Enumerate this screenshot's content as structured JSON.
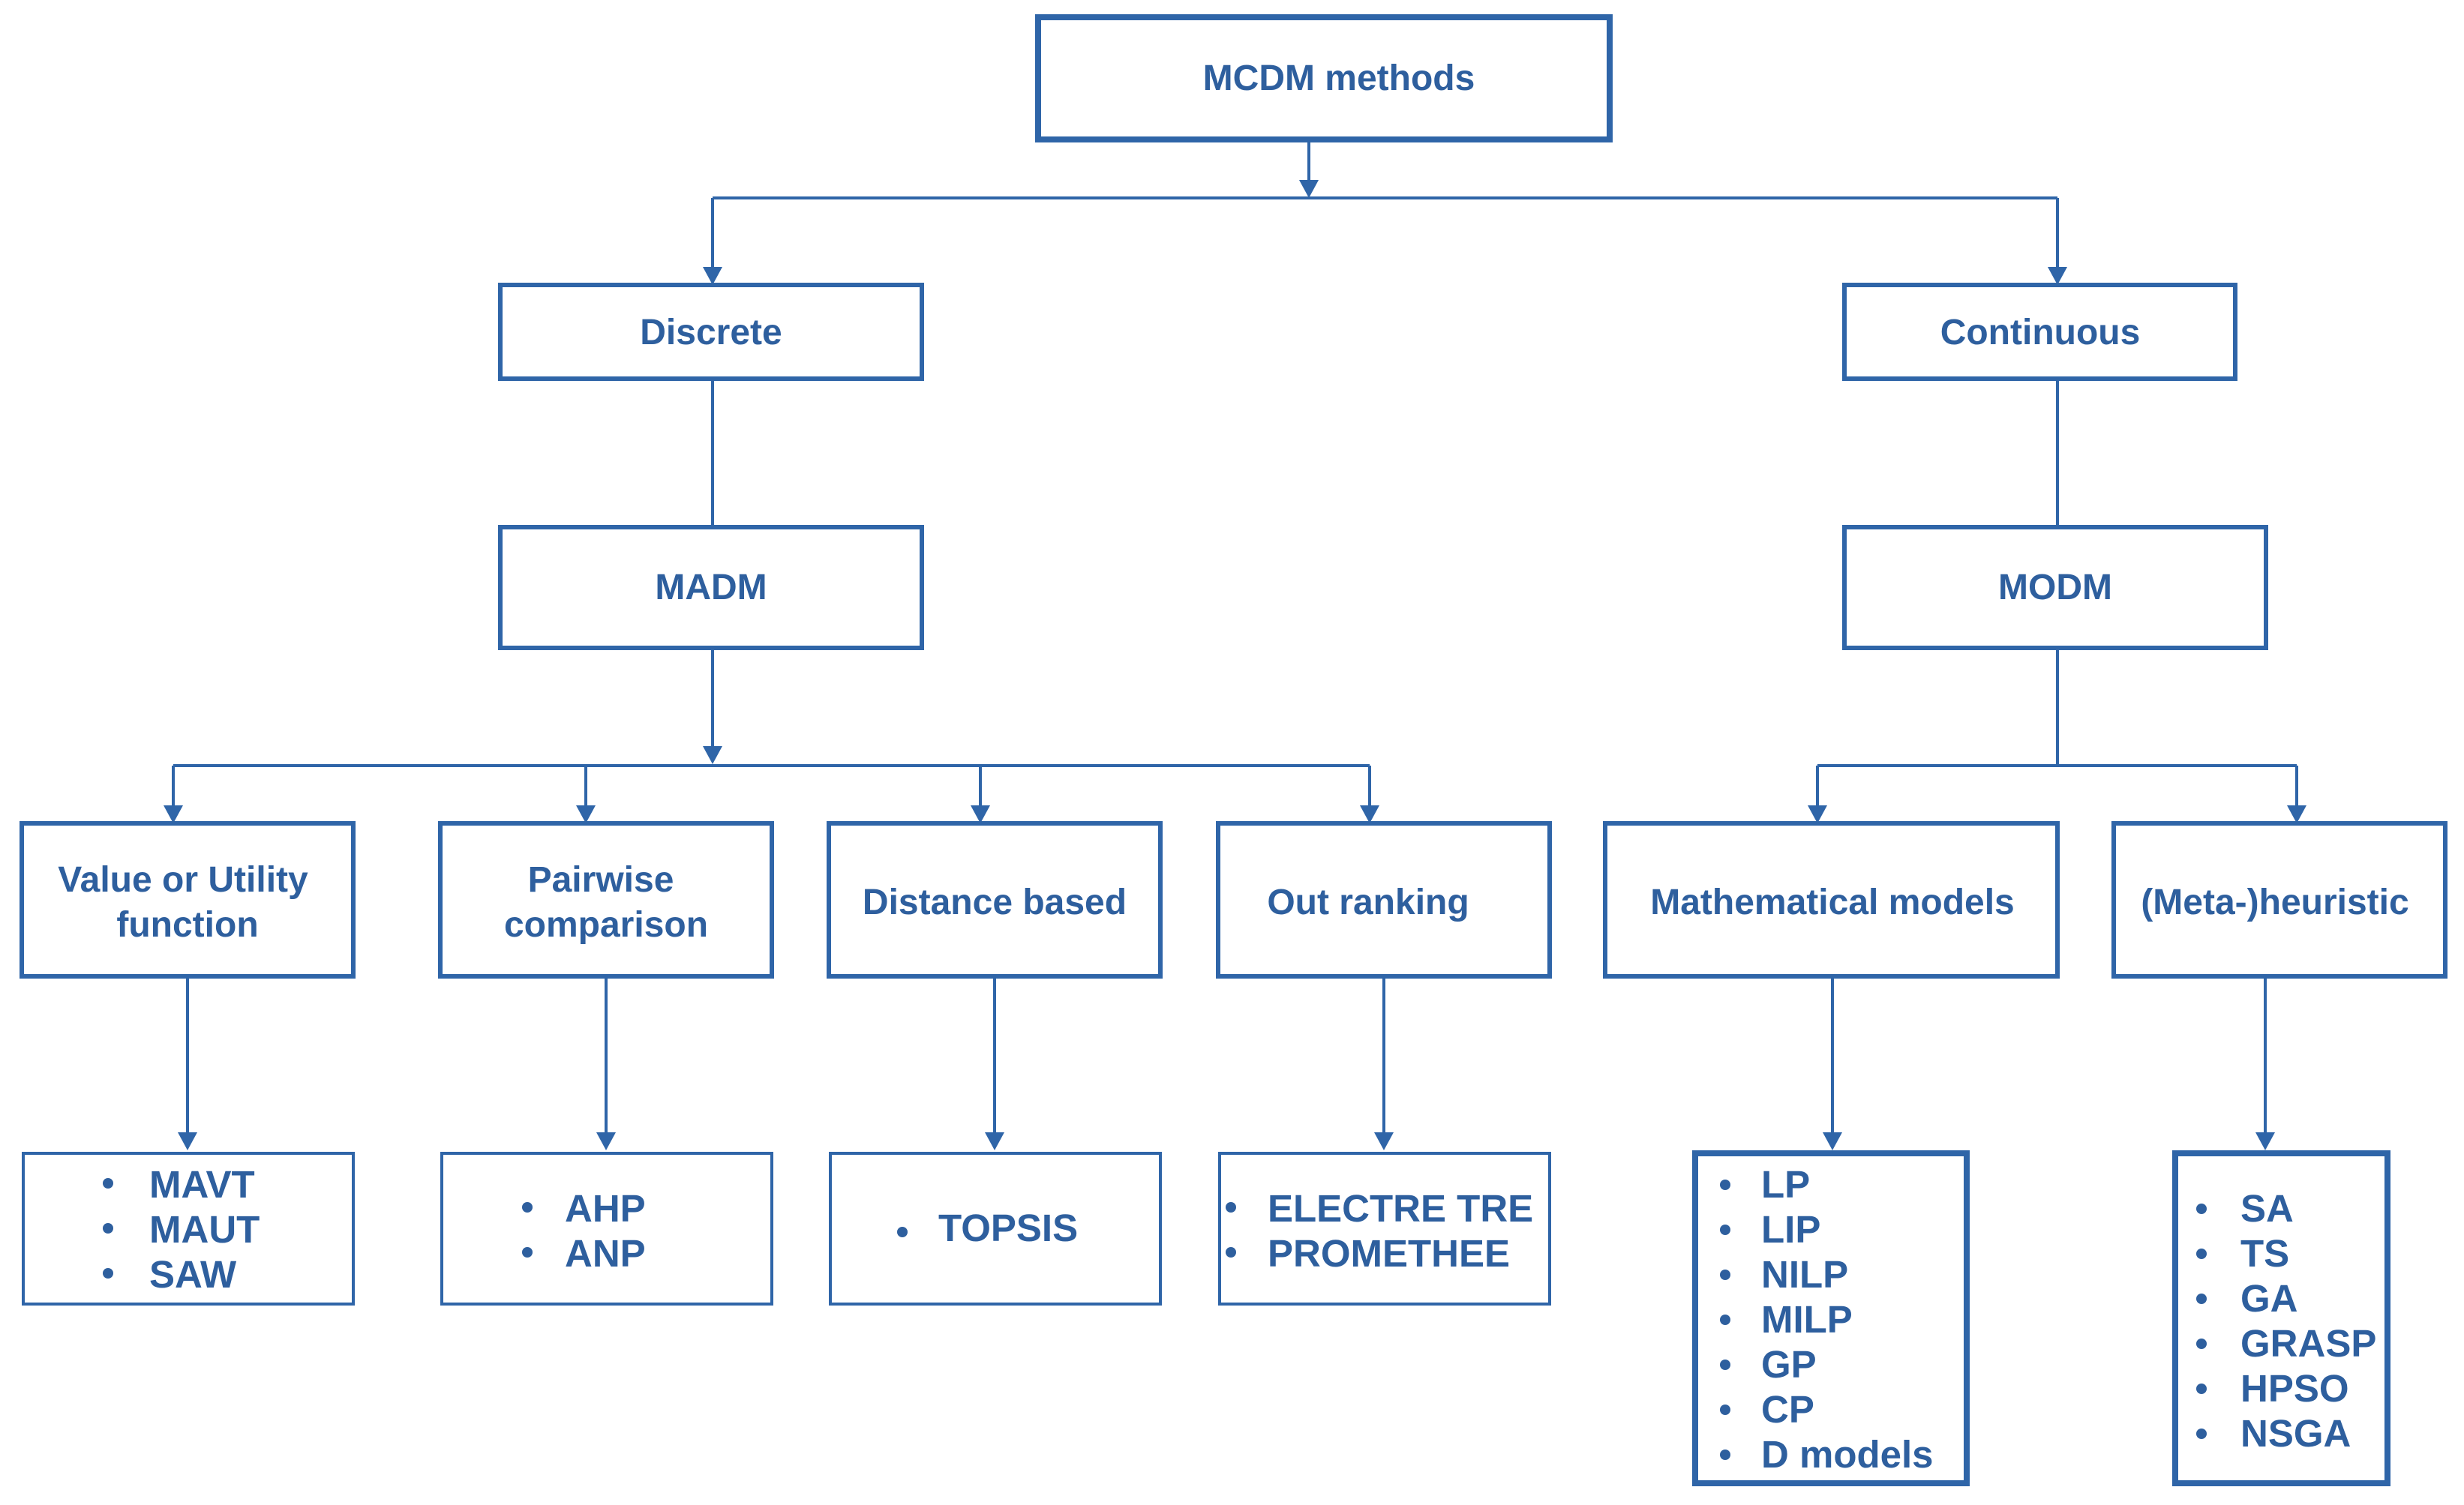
{
  "root": {
    "label": "MCDM methods"
  },
  "level1": {
    "discrete": "Discrete",
    "continuous": "Continuous"
  },
  "level2": {
    "madm": "MADM",
    "modm": "MODM"
  },
  "categories": {
    "value_utility": [
      "Value or Utility",
      "function"
    ],
    "pairwise": [
      "Pairwise",
      "comparison"
    ],
    "distance": "Distance based",
    "outranking": "Out ranking",
    "mathematical": "Mathematical models",
    "metaheuristic": "(Meta-)heuristic"
  },
  "methods": {
    "value_utility": [
      "MAVT",
      "MAUT",
      "SAW"
    ],
    "pairwise": [
      "AHP",
      "ANP"
    ],
    "distance": [
      "TOPSIS"
    ],
    "outranking": [
      "ELECTRE TRE",
      "PROMETHEE"
    ],
    "mathematical": [
      "LP",
      "LIP",
      "NILP",
      "MILP",
      "GP",
      "CP",
      "D models"
    ],
    "metaheuristic": [
      "SA",
      "TS",
      "GA",
      "GRASP",
      "HPSO",
      "NSGA"
    ]
  },
  "colors": {
    "accent": "#2f65a8",
    "text": "#2e5f9e",
    "background": "#ffffff"
  }
}
